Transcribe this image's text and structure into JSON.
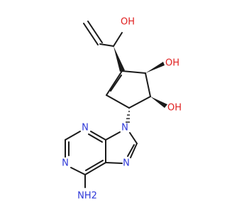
{
  "molecule": {
    "hydroxyl_top": "OH",
    "hydroxyl_ring_upper": "OH",
    "hydroxyl_ring_lower": "OH",
    "purine_n_top_left": "N",
    "purine_n9": "N",
    "purine_n_left": "N",
    "purine_n7": "N",
    "amine": "NH2"
  },
  "colors": {
    "carbon": "#1a1a1a",
    "nitrogen": "#2e38d8",
    "oxygen": "#e02020"
  }
}
